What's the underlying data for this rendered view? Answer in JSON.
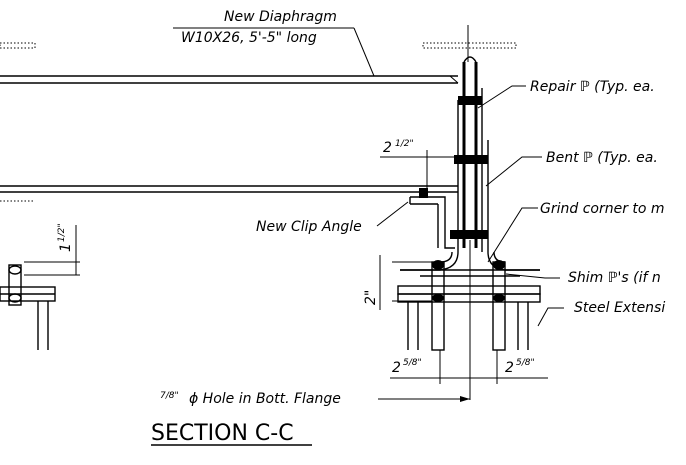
{
  "labels": {
    "new_diaphragm": "New Diaphragm",
    "diaphragm_size": "W10X26, 5'-5\" long",
    "repair_plate": "Repair ℙ (Typ. ea.",
    "bent_plate": "Bent ℙ (Typ. ea.",
    "grind_corner": "Grind corner to m",
    "shim_plates": "Shim ℙ's (if n",
    "steel_extension": "Steel Extensi",
    "new_clip_angle": "New Clip Angle",
    "hole": "ϕ Hole in Bott. Flange",
    "section_title": "SECTION C-C"
  },
  "dimensions": {
    "dim_2_half": "2",
    "dim_2_half_frac": "1/2\"",
    "dim_1_half": "1",
    "dim_1_half_frac": "1/2\"",
    "dim_2": "2\"",
    "dim_2_5_8_left": "2",
    "dim_2_5_8_left_frac": "5/8\"",
    "dim_2_5_8_right": "2",
    "dim_2_5_8_right_frac": "5/8\"",
    "hole_frac": "7/8\""
  }
}
